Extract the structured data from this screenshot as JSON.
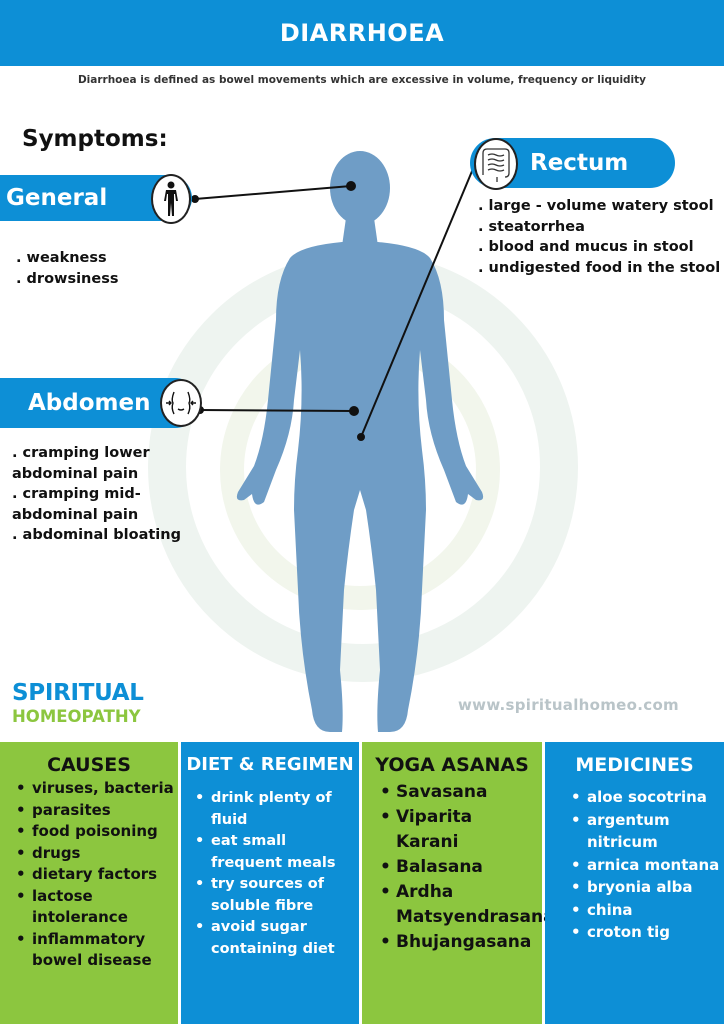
{
  "title": "DIARRHOEA",
  "definition": "Diarrhoea is defined as bowel movements which are excessive in volume, frequency or liquidity",
  "symptoms_heading": "Symptoms:",
  "sections": {
    "general": {
      "label": "General",
      "icon": "human-figure-icon",
      "items": [
        ". weakness",
        ". drowsiness"
      ]
    },
    "abdomen": {
      "label": "Abdomen",
      "icon": "abdomen-icon",
      "items": [
        ". cramping lower abdominal pain",
        ". cramping mid-abdominal pain",
        ". abdominal bloating"
      ]
    },
    "rectum": {
      "label": "Rectum",
      "icon": "intestine-icon",
      "items": [
        ". large - volume watery stool",
        ". steatorrhea",
        ". blood and mucus in stool",
        ". undigested food in the stool"
      ]
    }
  },
  "brand": {
    "line1": "SPIRITUAL",
    "line2": "HOMEOPATHY",
    "website": "www.spiritualhomeo.com"
  },
  "panels": {
    "causes": {
      "title": "CAUSES",
      "items": [
        "viruses, bacteria",
        "parasites",
        "food poisoning",
        "drugs",
        "dietary factors",
        "lactose intolerance",
        "inflammatory bowel disease"
      ]
    },
    "diet": {
      "title": "DIET & REGIMEN",
      "items": [
        "drink plenty of fluid",
        "eat small frequent meals",
        "try sources of soluble fibre",
        "avoid sugar containing diet"
      ]
    },
    "yoga": {
      "title": "YOGA ASANAS",
      "items": [
        "Savasana",
        "Viparita Karani",
        "Balasana",
        "Ardha Matsyendrasana",
        "Bhujangasana"
      ]
    },
    "medicines": {
      "title": "MEDICINES",
      "items": [
        "aloe socotrina",
        "argentum nitricum",
        "arnica montana",
        "bryonia alba",
        "china",
        "croton tig"
      ]
    }
  },
  "colors": {
    "blue": "#0d8fd6",
    "green": "#8cc63f",
    "body": "#6f9dc6"
  }
}
